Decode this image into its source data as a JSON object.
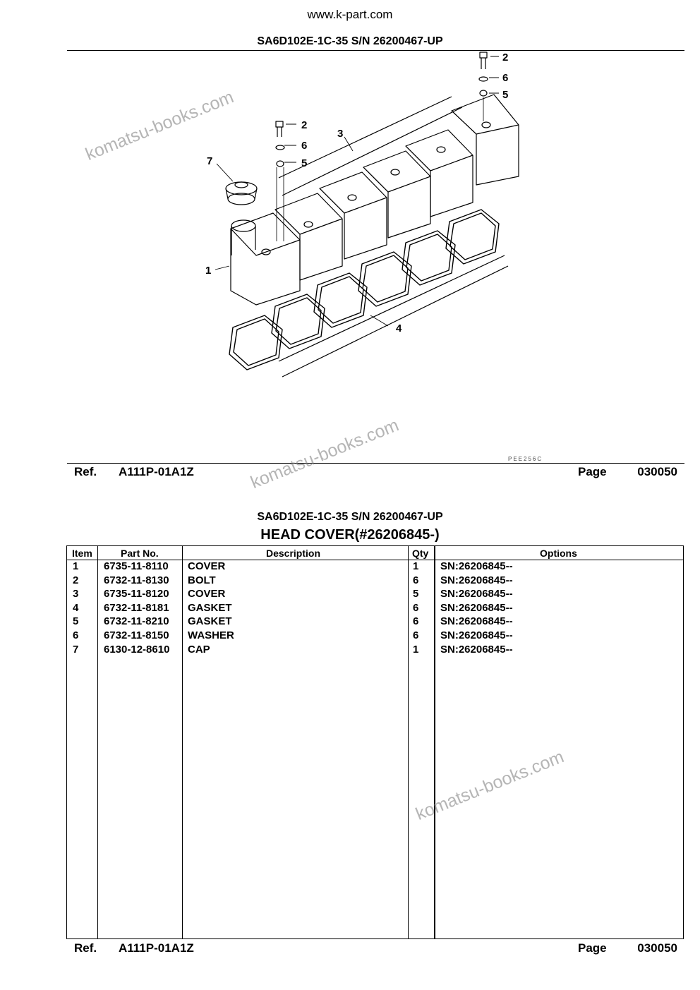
{
  "header": {
    "site": "www.k-part.com",
    "model_line": "SA6D102E-1C-35 S/N 26200467-UP"
  },
  "diagram": {
    "callouts": [
      "1",
      "2",
      "3",
      "4",
      "5",
      "6",
      "7"
    ],
    "code": "PEE256C"
  },
  "ref_bar": {
    "ref_label": "Ref.",
    "ref_value": "A111P-01A1Z",
    "page_label": "Page",
    "page_value": "030050"
  },
  "parts": {
    "model_line": "SA6D102E-1C-35 S/N 26200467-UP",
    "title": "HEAD COVER(#26206845-)",
    "columns": [
      "Item",
      "Part No.",
      "Description",
      "Qty",
      "Options"
    ],
    "rows": [
      {
        "item": "1",
        "part_no": "6735-11-8110",
        "description": "COVER",
        "qty": "1",
        "options": "SN:26206845--"
      },
      {
        "item": "2",
        "part_no": "6732-11-8130",
        "description": "BOLT",
        "qty": "6",
        "options": "SN:26206845--"
      },
      {
        "item": "3",
        "part_no": "6735-11-8120",
        "description": "COVER",
        "qty": "5",
        "options": "SN:26206845--"
      },
      {
        "item": "4",
        "part_no": "6732-11-8181",
        "description": "GASKET",
        "qty": "6",
        "options": "SN:26206845--"
      },
      {
        "item": "5",
        "part_no": "6732-11-8210",
        "description": "GASKET",
        "qty": "6",
        "options": "SN:26206845--"
      },
      {
        "item": "6",
        "part_no": "6732-11-8150",
        "description": "WASHER",
        "qty": "6",
        "options": "SN:26206845--"
      },
      {
        "item": "7",
        "part_no": "6130-12-8610",
        "description": "CAP",
        "qty": "1",
        "options": "SN:26206845--"
      }
    ]
  },
  "watermark": "komatsu-books.com"
}
